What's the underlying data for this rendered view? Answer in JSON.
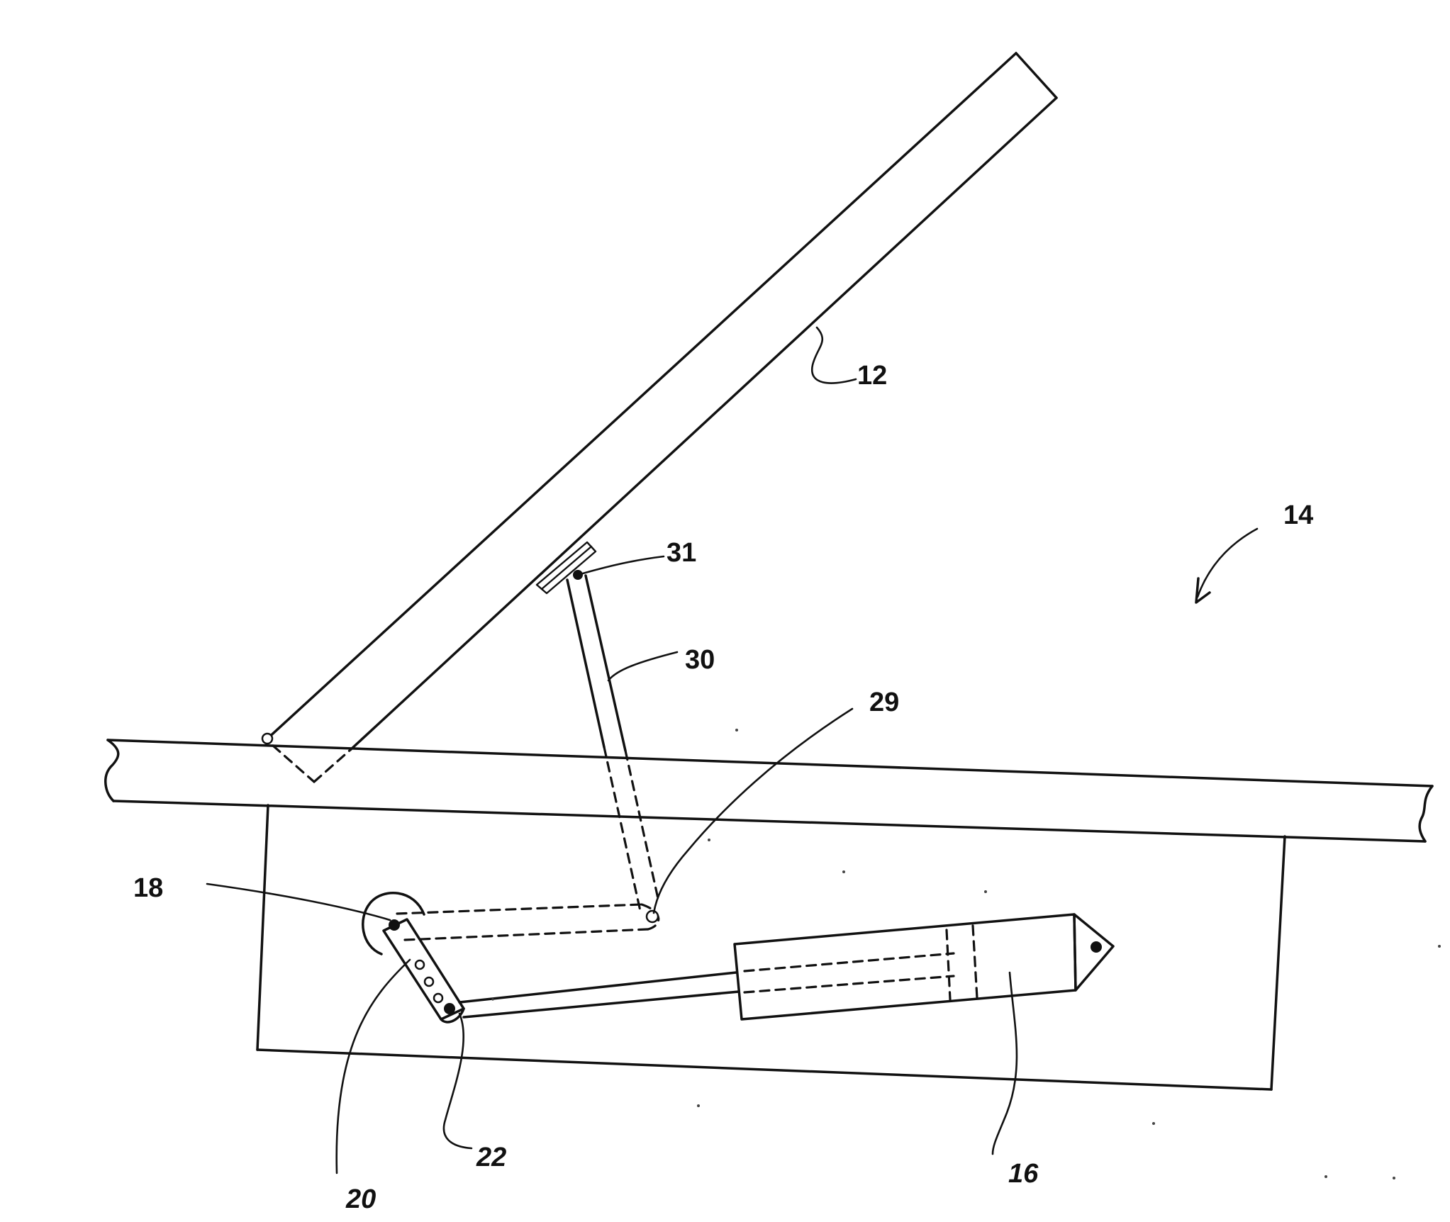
{
  "figure": {
    "labels": {
      "panel": "12",
      "assembly": "14",
      "actuator": "16",
      "pivot": "18",
      "mount": "20",
      "crank_arm": "22",
      "joint": "29",
      "strut": "30",
      "bracket": "31"
    }
  }
}
